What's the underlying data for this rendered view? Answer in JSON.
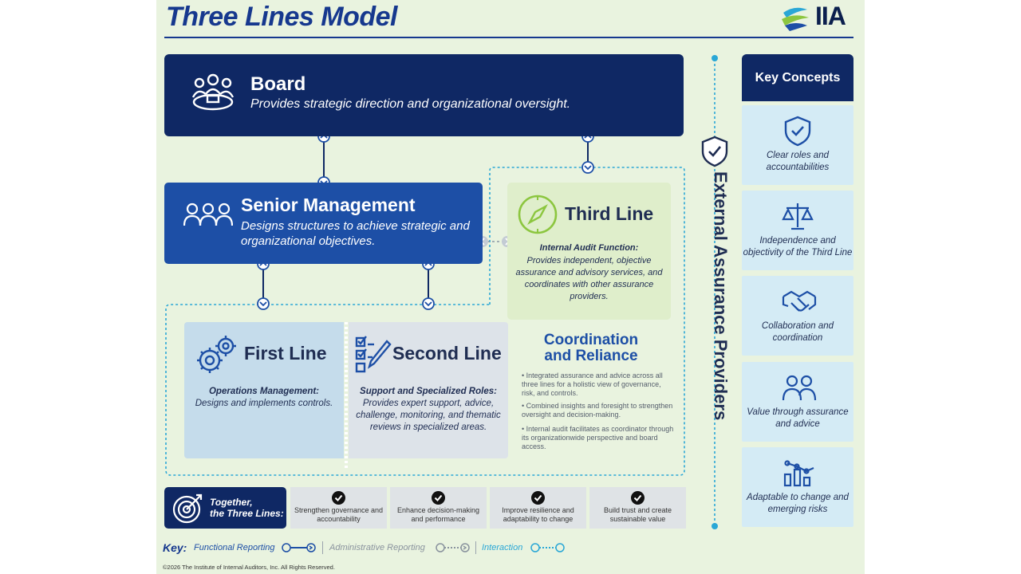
{
  "title": "Three Lines Model",
  "logo_text": "IIA",
  "board": {
    "heading": "Board",
    "desc": "Provides strategic direction and organizational oversight."
  },
  "senior": {
    "heading": "Senior Management",
    "desc": "Designs structures to achieve strategic and organizational objectives."
  },
  "third": {
    "heading": "Third Line",
    "sub": "Internal Audit Function:",
    "desc": "Provides independent, objective assurance and advisory services, and coordinates with other assurance providers."
  },
  "first": {
    "heading": "First Line",
    "sub": "Operations Management:",
    "desc": "Designs and implements controls."
  },
  "second": {
    "heading": "Second Line",
    "sub": "Support and Specialized Roles:",
    "desc": "Provides expert support, advice, challenge, monitoring, and thematic reviews in specialized areas."
  },
  "coordination": {
    "title_1": "Coordination",
    "title_2": "and Reliance",
    "bullets": [
      "Integrated assurance and advice across all three lines for a holistic view of governance, risk, and controls.",
      "Combined insights and foresight to strengthen oversight and decision-making.",
      "Internal audit facilitates as coordinator through its organizationwide perspective and board access."
    ]
  },
  "external": "External Assurance Providers",
  "key_concepts": {
    "heading": "Key Concepts",
    "items": [
      {
        "label": "Clear roles and accountabilities",
        "icon": "shield-check-icon"
      },
      {
        "label": "Independence and objectivity of the Third Line",
        "icon": "scales-icon"
      },
      {
        "label": "Collaboration and coordination",
        "icon": "handshake-icon"
      },
      {
        "label": "Value through assurance and advice",
        "icon": "people-icon"
      },
      {
        "label": "Adaptable to change and emerging risks",
        "icon": "chart-icon"
      }
    ]
  },
  "together": {
    "line1": "Together,",
    "line2": "the Three Lines:",
    "benefits": [
      "Strengthen governance and accountability",
      "Enhance decision-making and performance",
      "Improve resilience and adaptability to change",
      "Build trust and create sustainable value"
    ]
  },
  "key": {
    "label": "Key:",
    "functional": "Functional Reporting",
    "administrative": "Administrative Reporting",
    "interaction": "Interaction"
  },
  "colors": {
    "navy": "#0f2864",
    "blue": "#1d4fa6",
    "cyan": "#2aa7d6",
    "green": "#8cc63f"
  },
  "copyright": "©2026 The Institute of Internal Auditors, Inc. All Rights Reserved."
}
